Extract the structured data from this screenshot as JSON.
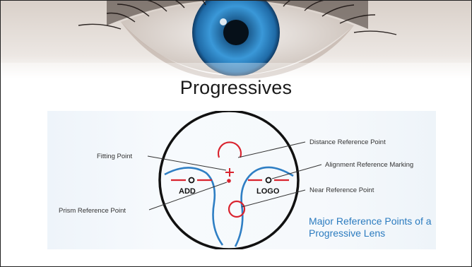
{
  "slide": {
    "title": "Progressives"
  },
  "diagram": {
    "labels": {
      "distance": "Distance Reference Point",
      "fitting": "Fitting Point",
      "alignment": "Alignment Reference Marking",
      "near": "Near Reference Point",
      "prism": "Prism Reference Point"
    },
    "lens_marks": {
      "add": "ADD",
      "logo": "LOGO"
    },
    "caption": {
      "line1": "Major Reference Points of a",
      "line2": "Progressive Lens"
    },
    "colors": {
      "lens_outline": "#111111",
      "marking_red": "#d9232e",
      "corridor_blue": "#2f7fc4",
      "caption_blue": "#2b7bbf"
    }
  },
  "banner": {
    "image": "close-up eye with blue iris"
  }
}
